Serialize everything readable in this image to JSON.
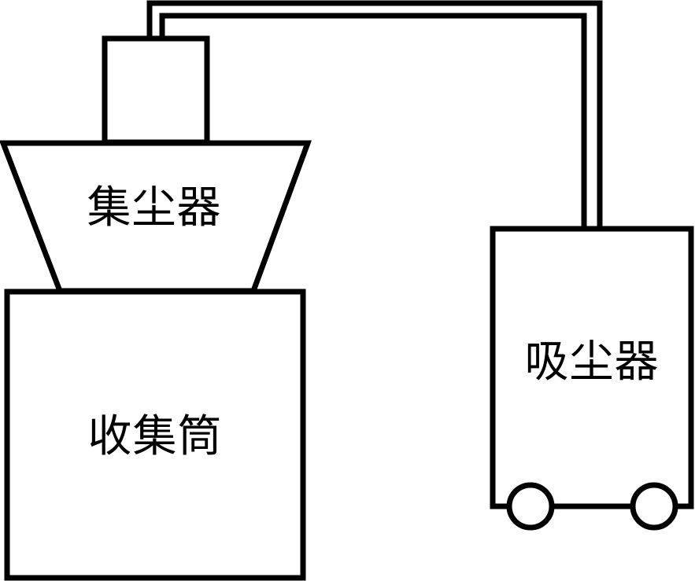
{
  "diagram": {
    "stroke_color": "#000000",
    "background_color": "#ffffff",
    "components": {
      "dust_collector": {
        "label": "集尘器"
      },
      "collection_drum": {
        "label": "收集筒"
      },
      "vacuum_cleaner": {
        "label": "吸尘器"
      }
    },
    "connections": [
      {
        "from": "dust_collector",
        "to": "vacuum_cleaner",
        "type": "hose"
      }
    ]
  }
}
